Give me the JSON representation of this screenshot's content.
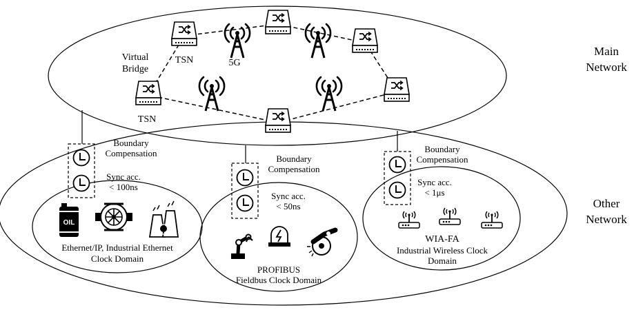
{
  "main_network": {
    "label_line1": "Main",
    "label_line2": "Network",
    "virtual_bridge_line1": "Virtual",
    "virtual_bridge_line2": "Bridge",
    "tsn_label_top": "TSN",
    "tsn_label_left": "TSN",
    "fiveg_label": "5G"
  },
  "other_network": {
    "label_line1": "Other",
    "label_line2": "Network"
  },
  "domains": [
    {
      "boundary_line1": "Boundary",
      "boundary_line2": "Compensation",
      "sync_line1": "Sync acc.",
      "sync_line2": "< 100ns",
      "name_line1": "Ethernet/IP, Industrial Ethernet",
      "name_line2": "Clock Domain",
      "oil_text": "OIL"
    },
    {
      "boundary_line1": "Boundary",
      "boundary_line2": "Compensation",
      "sync_line1": "Sync acc.",
      "sync_line2": "< 50ns",
      "name_line1": "PROFIBUS",
      "name_line2": "Fieldbus Clock Domain"
    },
    {
      "boundary_line1": "Boundary",
      "boundary_line2": "Compensation",
      "sync_line1": "Sync acc.",
      "sync_line2": "< 1μs",
      "name_line1": "WIA-FA",
      "name_line2": "Industrial Wireless Clock",
      "name_line3": "Domain"
    }
  ]
}
